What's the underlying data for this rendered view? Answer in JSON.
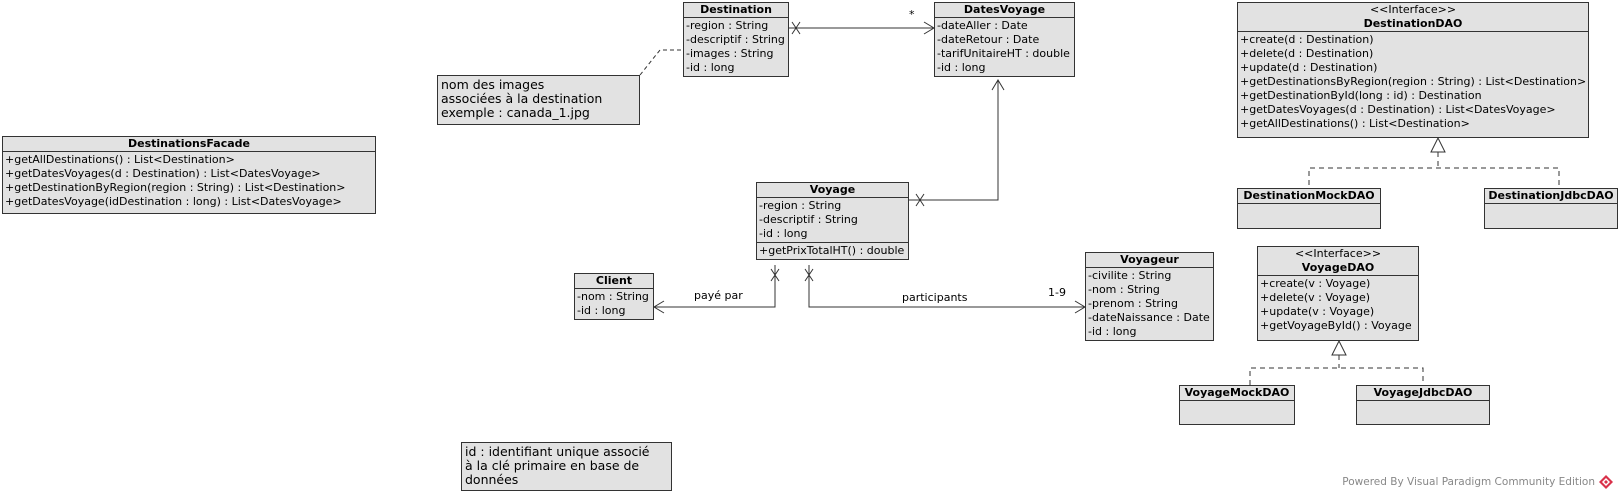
{
  "classes": {
    "destination": {
      "name": "Destination",
      "attributes": [
        "-region : String",
        "-descriptif : String",
        "-images : String",
        "-id : long"
      ]
    },
    "dates_voyage": {
      "name": "DatesVoyage",
      "attributes": [
        "-dateAller : Date",
        "-dateRetour : Date",
        "-tarifUnitaireHT : double",
        "-id : long"
      ]
    },
    "destination_dao": {
      "stereotype": "<<Interface>>",
      "name": "DestinationDAO",
      "operations": [
        "+create(d : Destination)",
        "+delete(d : Destination)",
        "+update(d : Destination)",
        "+getDestinationsByRegion(region : String) : List<Destination>",
        "+getDestinationById(long : id) : Destination",
        "+getDatesVoyages(d : Destination) : List<DatesVoyage>",
        "+getAllDestinations() : List<Destination>"
      ]
    },
    "destinations_facade": {
      "name": "DestinationsFacade",
      "operations": [
        "+getAllDestinations() : List<Destination>",
        "+getDatesVoyages(d : Destination) : List<DatesVoyage>",
        "+getDestinationByRegion(region : String) : List<Destination>",
        "+getDatesVoyage(idDestination : long) : List<DatesVoyage>"
      ]
    },
    "voyage": {
      "name": "Voyage",
      "attributes": [
        "-region : String",
        "-descriptif : String",
        "-id : long"
      ],
      "operations": [
        "+getPrixTotalHT() : double"
      ]
    },
    "client": {
      "name": "Client",
      "attributes": [
        "-nom : String",
        "-id : long"
      ]
    },
    "voyageur": {
      "name": "Voyageur",
      "attributes": [
        "-civilite : String",
        "-nom : String",
        "-prenom : String",
        "-dateNaissance : Date",
        "-id : long"
      ]
    },
    "voyage_dao": {
      "stereotype": "<<Interface>>",
      "name": "VoyageDAO",
      "operations": [
        "+create(v : Voyage)",
        "+delete(v : Voyage)",
        "+update(v : Voyage)",
        "+getVoyageById() : Voyage"
      ]
    },
    "destination_mock_dao": {
      "name": "DestinationMockDAO"
    },
    "destination_jdbc_dao": {
      "name": "DestinationJdbcDAO"
    },
    "voyage_mock_dao": {
      "name": "VoyageMockDAO"
    },
    "voyage_jdbc_dao": {
      "name": "VoyageJdbcDAO"
    }
  },
  "notes": {
    "images_note": [
      "nom des images",
      "associées à la destination",
      "exemple : canada_1.jpg"
    ],
    "id_note": [
      "id : identifiant unique associé",
      "à la clé primaire en base de",
      "données"
    ]
  },
  "labels": {
    "multiplicity_star": "*",
    "paye_par": "payé par",
    "participants": "participants",
    "multiplicity_1_9": "1-9"
  },
  "footer": {
    "text": "Powered By Visual Paradigm Community Edition"
  }
}
